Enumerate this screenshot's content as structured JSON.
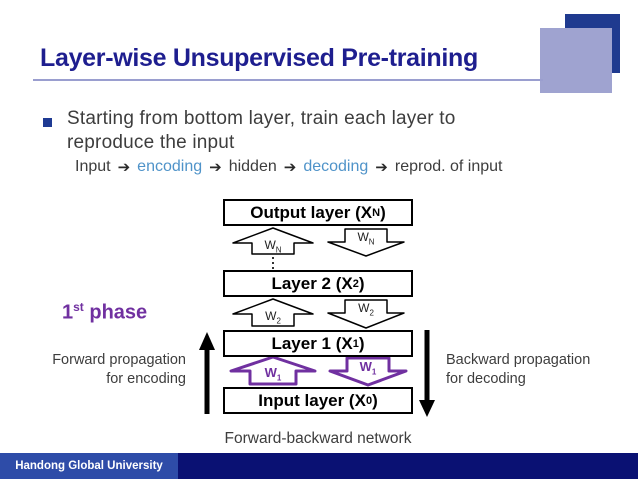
{
  "header": {
    "title": "Layer-wise Unsupervised Pre-training"
  },
  "bullet": {
    "lines": [
      "Starting from bottom layer, train each layer to",
      "reproduce the input"
    ]
  },
  "flow": {
    "segments": [
      {
        "text": "Input",
        "style": "plain"
      },
      {
        "text": "➔",
        "style": "arrow"
      },
      {
        "text": "encoding",
        "style": "accent"
      },
      {
        "text": "➔",
        "style": "arrow"
      },
      {
        "text": "hidden",
        "style": "plain"
      },
      {
        "text": "➔",
        "style": "arrow"
      },
      {
        "text": "decoding",
        "style": "accent"
      },
      {
        "text": "➔",
        "style": "arrow"
      },
      {
        "text": "reprod. of input",
        "style": "plain"
      }
    ]
  },
  "diagram": {
    "phase": {
      "num": "1",
      "sup": "st",
      "rest": " phase"
    },
    "boxes": [
      {
        "pre": "Output layer (X",
        "sub": "N",
        "post": ")"
      },
      {
        "pre": "Layer 2 (X",
        "sub": "2",
        "post": ")"
      },
      {
        "pre": "Layer 1 (X",
        "sub": "1",
        "post": ")"
      },
      {
        "pre": "Input layer (X",
        "sub": "0",
        "post": ")"
      }
    ],
    "weights": {
      "wn": {
        "pre": "W",
        "sub": "N"
      },
      "w2": {
        "pre": "W",
        "sub": "2"
      },
      "w1": {
        "pre": "W",
        "sub": "1"
      }
    },
    "left_label": {
      "lines": [
        "Forward propagation",
        "for encoding"
      ]
    },
    "right_label": {
      "lines": [
        "Backward propagation",
        "for decoding"
      ]
    },
    "caption": "Forward-backward network"
  },
  "footer": {
    "org": "Handong Global University"
  },
  "colors": {
    "title_navy": "#1e1e8f",
    "underline_lavender": "#9a9ecf",
    "deco_rect_dark": "#1f3a8f",
    "deco_rect_light": "#9fa3d0",
    "bullet_square_navy": "#1f3a93",
    "body_text": "#3d3d3d",
    "accent_blue": "#4f93c9",
    "phase_purple": "#7030a0",
    "arrow_black": "#000000",
    "footer_dark_navy": "#0a1173",
    "footer_royal_blue": "#2e4ca8"
  }
}
